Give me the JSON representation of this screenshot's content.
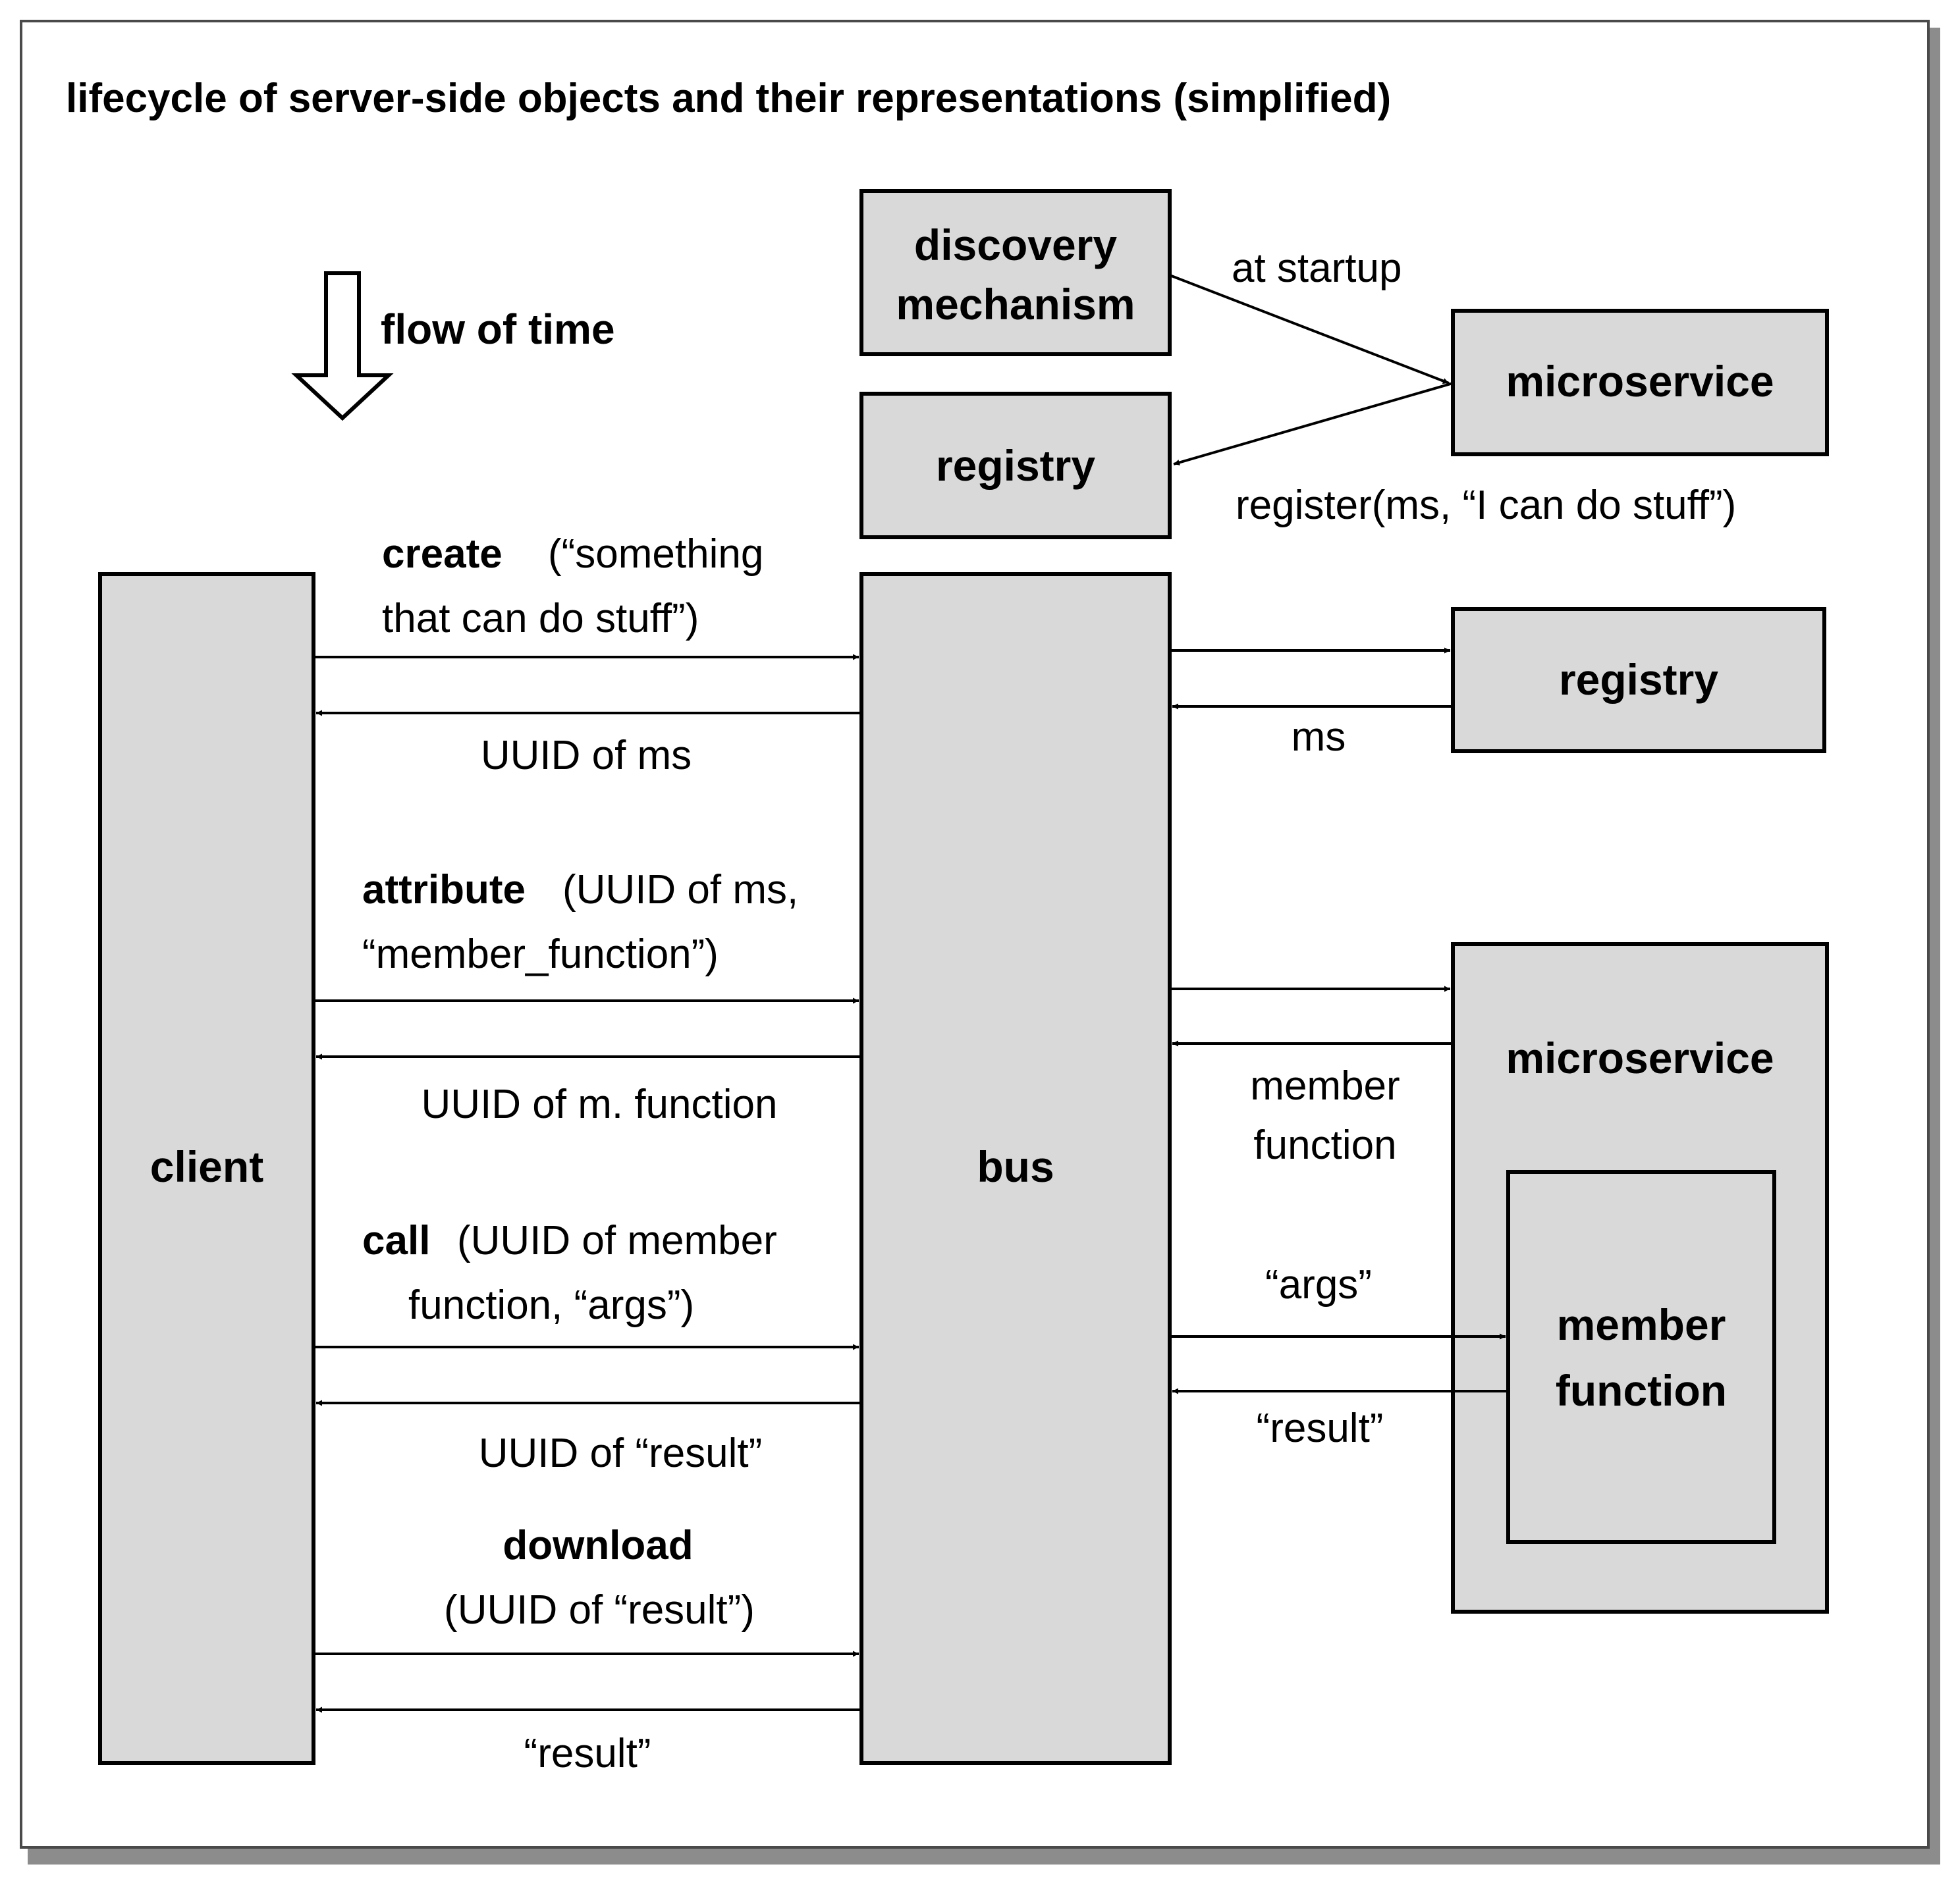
{
  "title": "lifecycle of server-side objects and their representations (simplified)",
  "legend": {
    "label": "flow of time",
    "icon": "down-arrow-outline-icon"
  },
  "boxes": {
    "discovery": [
      "discovery",
      "mechanism"
    ],
    "registry_top": "registry",
    "microservice_top": "microservice",
    "client": "client",
    "bus": "bus",
    "registry_mid": "registry",
    "microservice_bottom": "microservice",
    "member_function": [
      "member",
      "function"
    ]
  },
  "edges": {
    "at_startup": "at startup",
    "register": "register(ms, “I can do stuff”)",
    "create": {
      "keyword": "create",
      "args": [
        "(“something",
        "that can do stuff”)"
      ]
    },
    "uuid_ms": "UUID of ms",
    "attribute": {
      "keyword": "attribute",
      "args": [
        "(UUID of ms,",
        "“member_function”)"
      ]
    },
    "uuid_mfunction": "UUID of m. function",
    "call": {
      "keyword": "call",
      "args": [
        "(UUID of member",
        "function, “args”)"
      ]
    },
    "uuid_result": "UUID of “result”",
    "download": {
      "keyword": "download",
      "args": [
        "(UUID of “result”)"
      ]
    },
    "result_client": "“result”",
    "ms": "ms",
    "member_function_reply": [
      "member",
      "function"
    ],
    "args": "“args”",
    "result_bus": "“result”"
  }
}
